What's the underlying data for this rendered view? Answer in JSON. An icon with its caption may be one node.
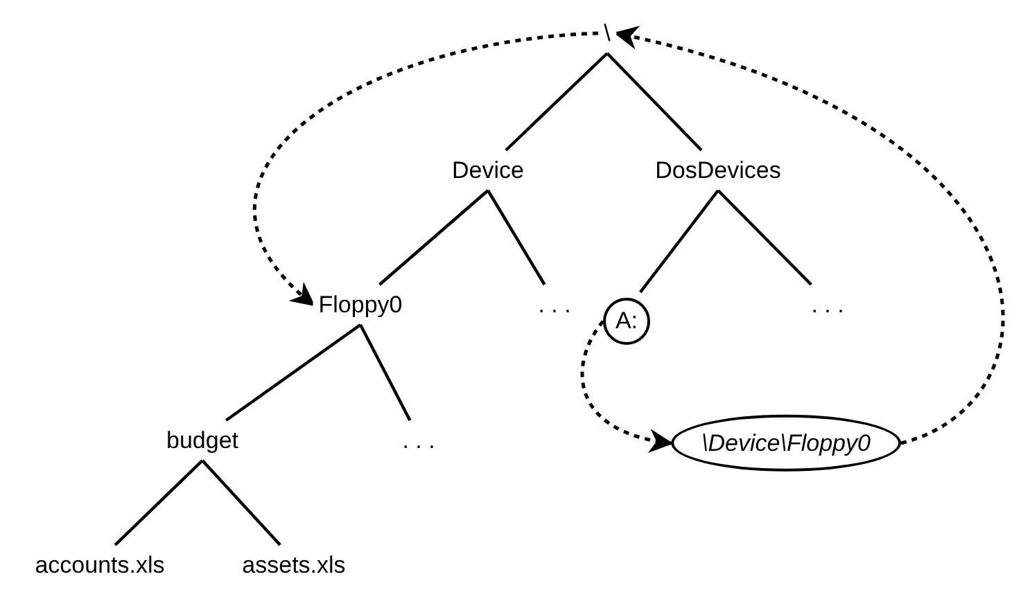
{
  "diagram": {
    "nodes": [
      {
        "text": [
          "\\"
        ]
      },
      {
        "text": [
          "Device"
        ]
      },
      {
        "text": [
          "DosDevices"
        ]
      },
      {
        "text": [
          "Floppy0"
        ]
      },
      {
        "text": [
          ". . ."
        ]
      },
      {
        "text": [
          "A:"
        ]
      },
      {
        "text": [
          ". . ."
        ]
      },
      {
        "text": [
          "budget"
        ]
      },
      {
        "text": [
          ". . ."
        ]
      },
      {
        "text": [
          "\\Device\\Floppy0"
        ]
      },
      {
        "text": [
          "accounts.xls"
        ]
      },
      {
        "text": [
          "assets.xls"
        ]
      }
    ],
    "edges": [
      {
        "from": 0,
        "to": 1,
        "arrow": "none"
      },
      {
        "from": 0,
        "to": 2,
        "arrow": "none"
      },
      {
        "from": 1,
        "to": 3,
        "arrow": "none"
      },
      {
        "from": 1,
        "to": 4,
        "arrow": "none"
      },
      {
        "from": 2,
        "to": 5,
        "arrow": "none"
      },
      {
        "from": 2,
        "to": 6,
        "arrow": "none"
      },
      {
        "from": 3,
        "to": 7,
        "arrow": "none"
      },
      {
        "from": 3,
        "to": 8,
        "arrow": "none"
      },
      {
        "from": 7,
        "to": 10,
        "arrow": "none"
      },
      {
        "from": 7,
        "to": 11,
        "arrow": "none"
      },
      {
        "from": 0,
        "to": 3,
        "arrow": "to",
        "style": "dashed"
      },
      {
        "from": 5,
        "to": 9,
        "arrow": "to",
        "style": "dashed"
      },
      {
        "from": 9,
        "to": 0,
        "arrow": "to",
        "style": "dashed"
      }
    ]
  }
}
